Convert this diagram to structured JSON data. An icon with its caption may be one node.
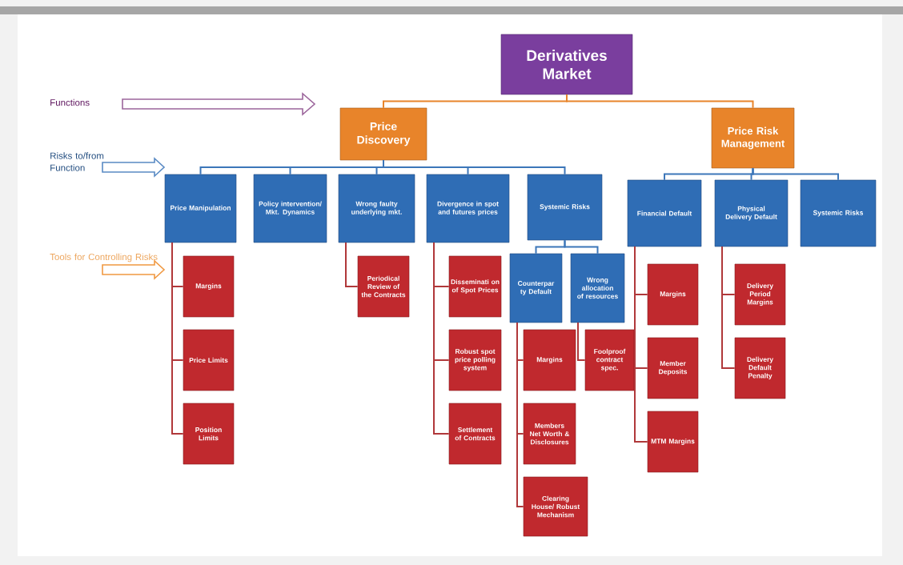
{
  "diagram": {
    "nodes": [
      {
        "text": [
          "Derivatives Market"
        ]
      },
      {
        "text": [
          "Price Discovery"
        ]
      },
      {
        "text": [
          "Price Risk Management"
        ]
      },
      {
        "text": [
          "Price Manipulation"
        ]
      },
      {
        "text": [
          "Policy intervention/ Mkt. Dynamics"
        ]
      },
      {
        "text": [
          "Wrong faulty underlying mkt."
        ]
      },
      {
        "text": [
          "Divergence in spot and futures prices"
        ]
      },
      {
        "text": [
          "Systemic Risks"
        ]
      },
      {
        "text": [
          "Financial Default"
        ]
      },
      {
        "text": [
          "Physical Delivery Default"
        ]
      },
      {
        "text": [
          "Systemic Risks"
        ]
      },
      {
        "text": [
          "Counterpar ty Default"
        ]
      },
      {
        "text": [
          "Wrong allocation of resources"
        ]
      },
      {
        "text": [
          "Margins"
        ]
      },
      {
        "text": [
          "Price Limits"
        ]
      },
      {
        "text": [
          "Position Limits"
        ]
      },
      {
        "text": [
          "Periodical Review of the Contracts"
        ]
      },
      {
        "text": [
          "Disseminati on of Spot Prices"
        ]
      },
      {
        "text": [
          "Robust spot price polling system"
        ]
      },
      {
        "text": [
          "Settlement of Contracts"
        ]
      },
      {
        "text": [
          "Margins"
        ]
      },
      {
        "text": [
          "Members Net Worth & Disclosures"
        ]
      },
      {
        "text": [
          "Clearing House/ Robust Mechanism"
        ]
      },
      {
        "text": [
          "Foolproof contract spec."
        ]
      },
      {
        "text": [
          "Margins"
        ]
      },
      {
        "text": [
          "Member Deposits"
        ]
      },
      {
        "text": [
          "MTM Margins"
        ]
      },
      {
        "text": [
          "Delivery Period Margins"
        ]
      },
      {
        "text": [
          "Delivery Default Penalty"
        ]
      }
    ],
    "edges": [
      {
        "from": 0,
        "to": 1,
        "arrow": "none",
        "color": "#e8842a"
      },
      {
        "from": 0,
        "to": 2,
        "arrow": "none",
        "color": "#e8842a"
      },
      {
        "from": 1,
        "to": 3,
        "arrow": "none",
        "color": "#3c76b9"
      },
      {
        "from": 1,
        "to": 4,
        "arrow": "none",
        "color": "#3c76b9"
      },
      {
        "from": 1,
        "to": 5,
        "arrow": "none",
        "color": "#3c76b9"
      },
      {
        "from": 1,
        "to": 6,
        "arrow": "none",
        "color": "#3c76b9"
      },
      {
        "from": 1,
        "to": 7,
        "arrow": "none",
        "color": "#3c76b9"
      },
      {
        "from": 2,
        "to": 8,
        "arrow": "none",
        "color": "#3c76b9"
      },
      {
        "from": 2,
        "to": 9,
        "arrow": "none",
        "color": "#3c76b9"
      },
      {
        "from": 2,
        "to": 10,
        "arrow": "none",
        "color": "#3c76b9"
      },
      {
        "from": 7,
        "to": 11,
        "arrow": "none",
        "color": "#3c76b9"
      },
      {
        "from": 7,
        "to": 12,
        "arrow": "none",
        "color": "#3c76b9"
      },
      {
        "from": 3,
        "to": 13,
        "arrow": "none"
      },
      {
        "from": 3,
        "to": 14,
        "arrow": "none"
      },
      {
        "from": 3,
        "to": 15,
        "arrow": "none"
      },
      {
        "from": 5,
        "to": 16,
        "arrow": "none"
      },
      {
        "from": 6,
        "to": 17,
        "arrow": "none"
      },
      {
        "from": 6,
        "to": 18,
        "arrow": "none"
      },
      {
        "from": 6,
        "to": 19,
        "arrow": "none"
      },
      {
        "from": 11,
        "to": 20,
        "arrow": "none"
      },
      {
        "from": 11,
        "to": 21,
        "arrow": "none"
      },
      {
        "from": 11,
        "to": 22,
        "arrow": "none"
      },
      {
        "from": 12,
        "to": 23,
        "arrow": "none"
      },
      {
        "from": 8,
        "to": 24,
        "arrow": "none"
      },
      {
        "from": 8,
        "to": 25,
        "arrow": "none"
      },
      {
        "from": 8,
        "to": 26,
        "arrow": "none"
      },
      {
        "from": 9,
        "to": 27,
        "arrow": "none"
      },
      {
        "from": 9,
        "to": 28,
        "arrow": "none"
      }
    ],
    "labels": [
      "Functions",
      "Risks to/from Function",
      "Tools for Controlling Risks"
    ]
  }
}
